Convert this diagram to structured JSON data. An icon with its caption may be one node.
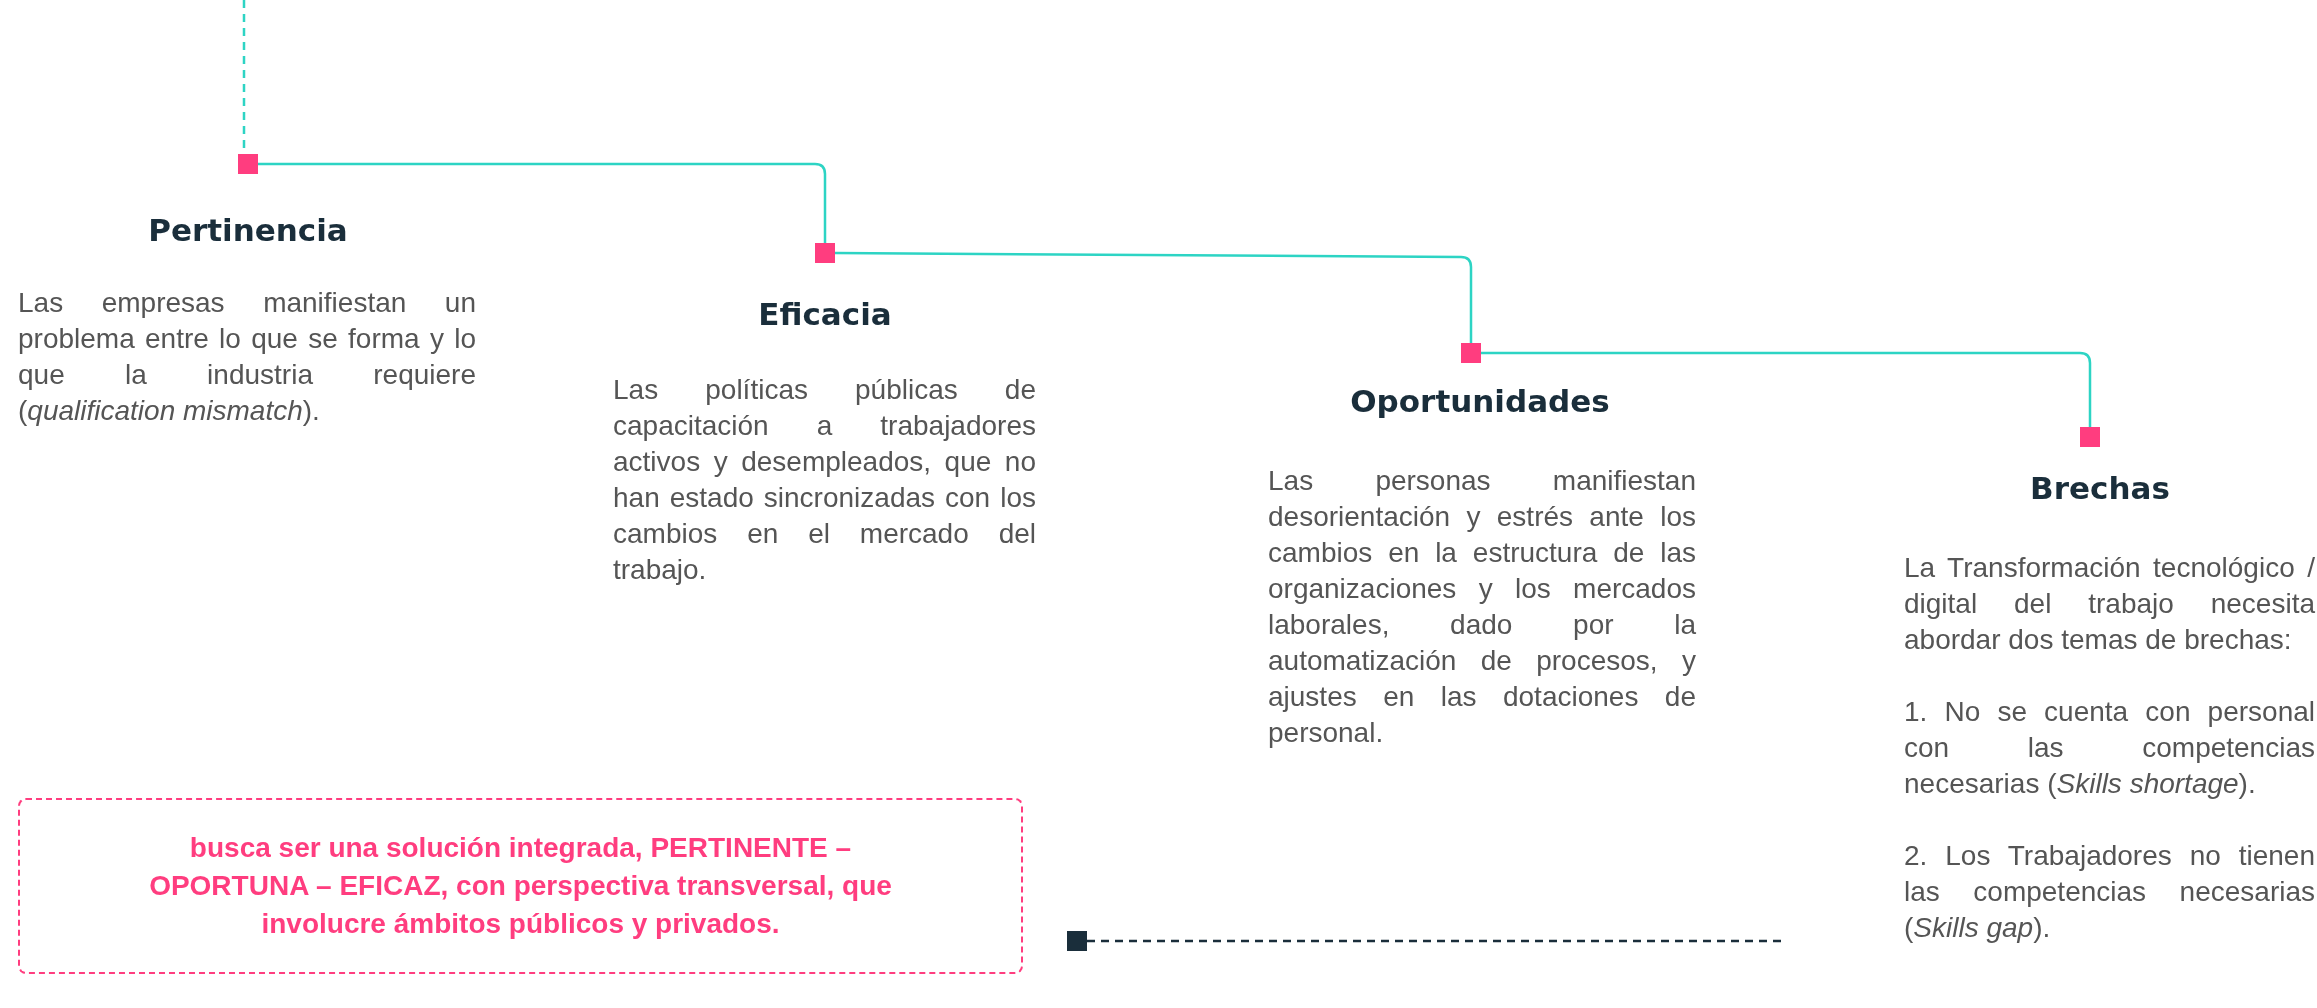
{
  "diagram": {
    "nodes": [
      {
        "text": [],
        "shape": "box",
        "beside": [
          "Pertinencia",
          "Las empresas manifiestan un problema entre lo que se forma y lo que la industria requiere (*qualification mismatch*)."
        ]
      },
      {
        "text": [],
        "shape": "box",
        "beside": [
          "Eficacia",
          "Las políticas públicas de capacitación a trabajadores activos y desempleados, que no han estado sincronizadas con los cambios en el mercado del trabajo."
        ]
      },
      {
        "text": [],
        "shape": "box",
        "beside": [
          "Oportunidades",
          "Las personas manifiestan desorientación y estrés ante los cambios en la estructura de las organizaciones y los mercados laborales, dado por la automatización de procesos, y ajustes en las dotaciones de personal."
        ]
      },
      {
        "text": [],
        "shape": "box",
        "beside": [
          "Brechas",
          "La Transformación tecnológico / digital del trabajo necesita abordar dos temas de brechas:",
          "1. No se cuenta con personal con las competencias necesarias (*Skills shortage*).",
          "2. Los Trabajadores no tienen las competencias necesarias (*Skills gap*)."
        ]
      },
      {
        "text": [],
        "shape": "box"
      },
      {
        "text": [
          "busca ser una solución integrada, PERTINENTE – OPORTUNA – EFICAZ, con perspectiva transversal, que involucre ámbitos públicos y privados."
        ]
      }
    ],
    "edges": [
      {
        "from": null,
        "to": 0,
        "arrow": "none",
        "style": "dashed"
      },
      {
        "from": 0,
        "to": 1,
        "arrow": "none"
      },
      {
        "from": 1,
        "to": 2,
        "arrow": "none"
      },
      {
        "from": 2,
        "to": 3,
        "arrow": "none"
      },
      {
        "from": 4,
        "to": null,
        "arrow": "none",
        "style": "dashed",
        "color": "#1a2e3b"
      }
    ]
  }
}
